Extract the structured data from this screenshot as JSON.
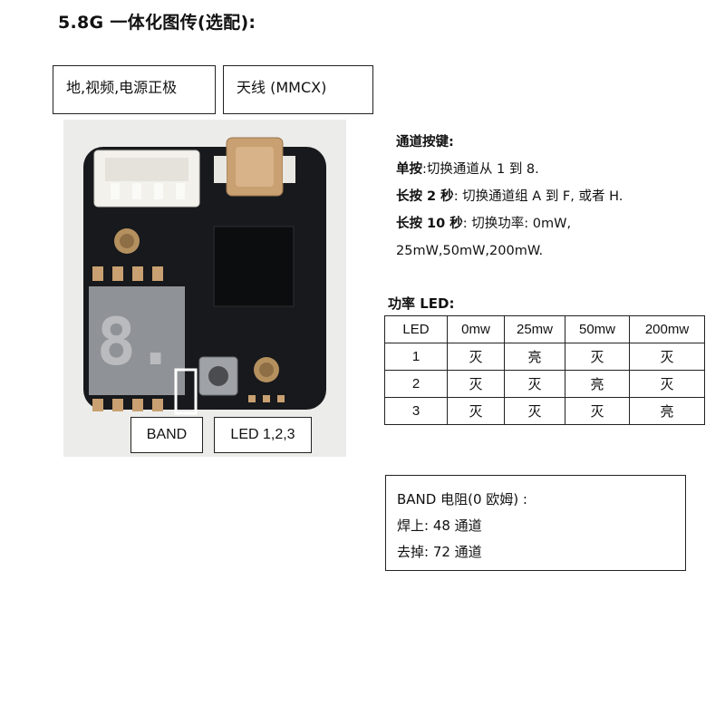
{
  "title": "5.8G  一体化图传(选配):",
  "callouts": {
    "power": "地,视频,电源正极",
    "antenna": "天线  (MMCX)",
    "band": "BAND",
    "led": "LED 1,2,3"
  },
  "photo": {
    "segment_digit": "8."
  },
  "instructions": {
    "heading": "通道按键:",
    "lines": [
      {
        "label": "单按",
        "text": ":切换通道从  1  到  8."
      },
      {
        "label": "长按 2 秒",
        "text": ": 切换通道组  A  到  F,  或者  H."
      },
      {
        "label": "长按 10 秒",
        "text": ":  切换功率: 0mW,"
      },
      {
        "label": "",
        "text": "25mW,50mW,200mW."
      }
    ]
  },
  "power_table": {
    "title": "功率  LED:",
    "headers": [
      "LED",
      "0mw",
      "25mw",
      "50mw",
      "200mw"
    ],
    "rows": [
      [
        "1",
        "灭",
        "亮",
        "灭",
        "灭"
      ],
      [
        "2",
        "灭",
        "灭",
        "亮",
        "灭"
      ],
      [
        "3",
        "灭",
        "灭",
        "灭",
        "亮"
      ]
    ]
  },
  "band_note": {
    "lines": [
      "BAND 电阻(0 欧姆) :",
      "焊上: 48 通道",
      "去掉: 72 通道"
    ]
  },
  "colors": {
    "pcb": "#17191c",
    "segment_display": "#8f9296",
    "mmcx_gold": "#c9a071"
  }
}
